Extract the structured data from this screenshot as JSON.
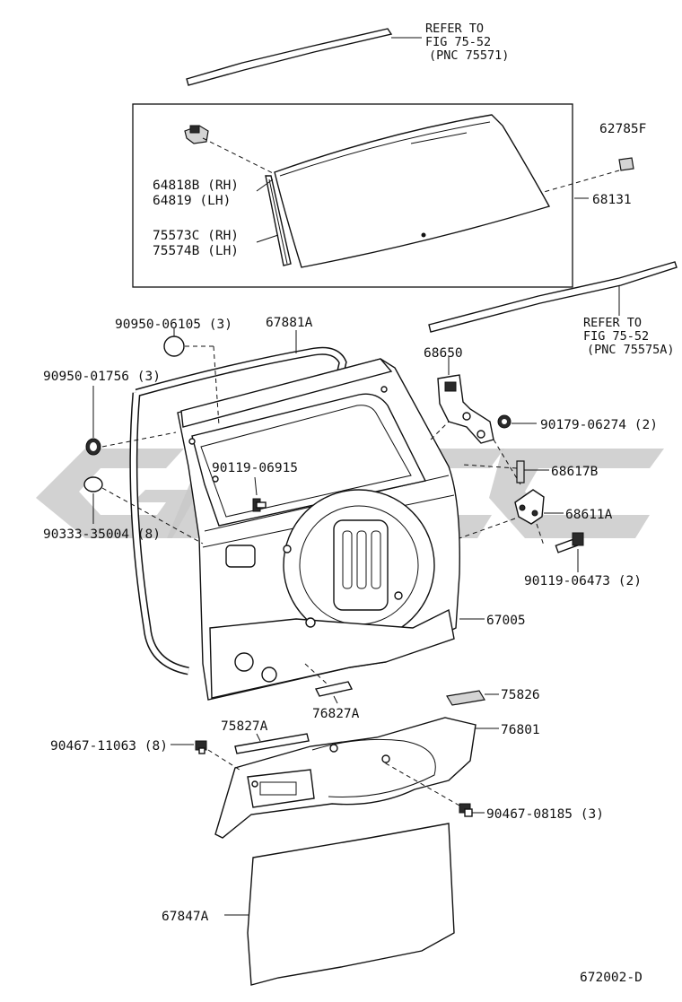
{
  "figure_id": "672002-D",
  "colors": {
    "ink": "#111111",
    "watermark": "#c8c8c8",
    "background": "#ffffff"
  },
  "refer_top": {
    "line1": "REFER TO",
    "line2": "FIG 75-52",
    "line3": "(PNC 75571)"
  },
  "refer_right": {
    "line1": "REFER TO",
    "line2": "FIG 75-52",
    "line3": "(PNC 75575A)"
  },
  "labels": {
    "p62785F": "62785F",
    "p68131": "68131",
    "p64818B": "64818B (RH)",
    "p64819": "64819  (LH)",
    "p75573C": "75573C (RH)",
    "p75574B": "75574B (LH)",
    "p90950_06105": "90950-06105 (3)",
    "p67881A": "67881A",
    "p68650": "68650",
    "p90950_01756": "90950-01756 (3)",
    "p90179_06274": "90179-06274 (2)",
    "p90119_06915": "90119-06915",
    "p68617B": "68617B",
    "p90333_35004": "90333-35004 (8)",
    "p68611A": "68611A",
    "p90119_06473": "90119-06473 (2)",
    "p67005": "67005",
    "p75826": "75826",
    "p76827A": "76827A",
    "p75827A": "75827A",
    "p76801": "76801",
    "p90467_11063": "90467-11063 (8)",
    "p90467_08185": "90467-08185 (3)",
    "p67847A": "67847A"
  }
}
